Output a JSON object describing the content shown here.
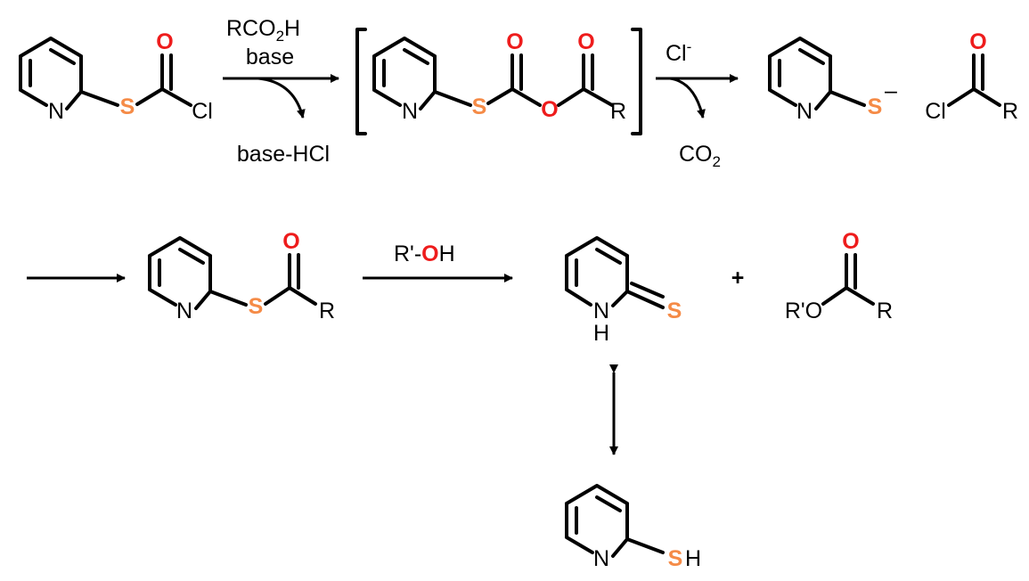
{
  "colors": {
    "sulfur": "#f58b47",
    "oxygen": "#ee1c1c",
    "bond": "#000000"
  },
  "atoms": {
    "N": "N",
    "S": "S",
    "O": "O",
    "Cl": "Cl",
    "R": "R",
    "H": "H",
    "charge_minus": "–",
    "plus": "+"
  },
  "steps": {
    "step1": {
      "reagent_top_1": "RCO",
      "reagent_sub": "2",
      "reagent_top_tail": "H",
      "reagent_top_2": "base",
      "byproduct": "base-HCl"
    },
    "step2": {
      "reagent": "Cl",
      "reagent_sup": "-",
      "byproduct": "CO",
      "byproduct_sub": "2"
    },
    "step4": {
      "reagent_prefix": "R'-",
      "reagent_o": "O",
      "reagent_suffix": "H"
    }
  },
  "molecules": {
    "ester_alkoxy": "R'O"
  }
}
